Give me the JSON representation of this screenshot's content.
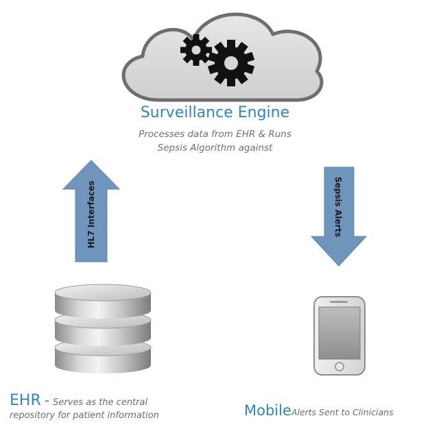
{
  "engine": {
    "title": "Surveillance Engine",
    "description_line1": "Processes data from EHR & Runs",
    "description_line2": "Sepsis Algorithm against",
    "icon": "cloud-gears-icon"
  },
  "arrows": {
    "up_label": "HL7 Interfaces",
    "down_label": "Sepsis Alerts",
    "color": "#6f95bd"
  },
  "ehr": {
    "name": "EHR",
    "separator": "-",
    "description_part1": "Serves as the central",
    "description_part2": "repository for patient information",
    "icon": "database-icon"
  },
  "mobile": {
    "name": "Mobile",
    "description": "Alerts Sent to Clinicians",
    "icon": "smartphone-icon"
  },
  "colors": {
    "accent": "#2e86c1",
    "caption_gray": "#707070",
    "cloud": "#d9d9d9",
    "gear": "#111111"
  }
}
